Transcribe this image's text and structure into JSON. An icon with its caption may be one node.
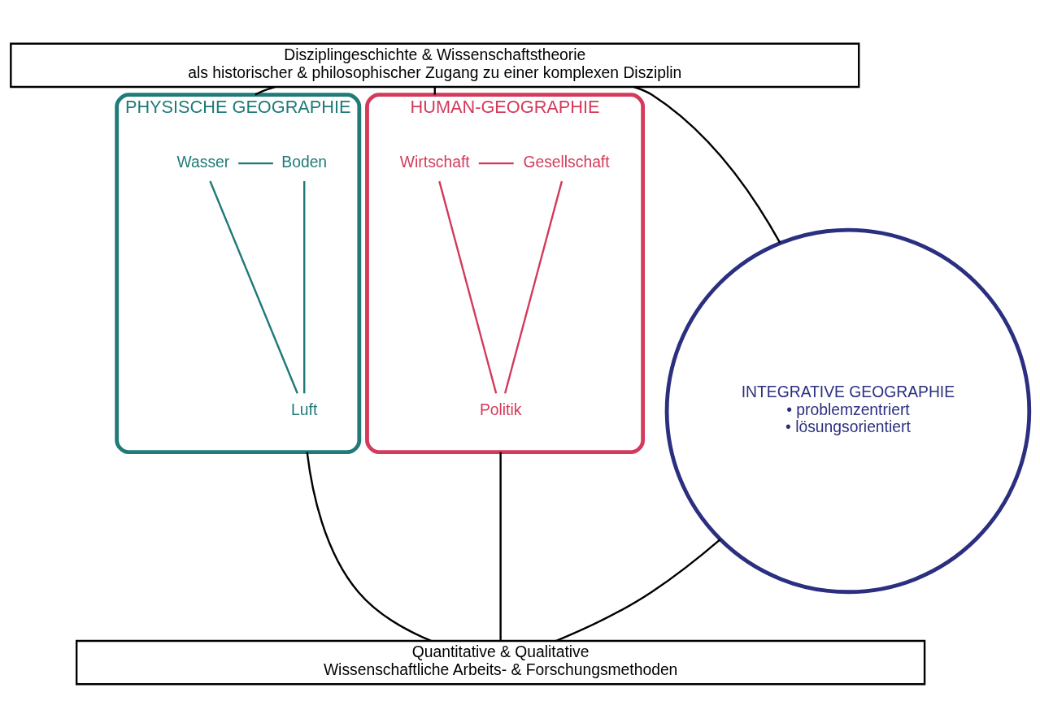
{
  "diagram": {
    "nodes": [
      {
        "text": [
          "Disziplingeschichte & Wissenschaftstheorie",
          "als historischer & philosophischer Zugang zu einer komplexen Disziplin"
        ]
      },
      {
        "text": [
          "PHYSISCHE GEOGRAPHIE"
        ]
      },
      {
        "text": [
          "Wasser"
        ],
        "in": 1
      },
      {
        "text": [
          "Boden"
        ],
        "in": 1
      },
      {
        "text": [
          "Luft"
        ],
        "in": 1
      },
      {
        "text": [
          "INTEGRATIVE GEOGRAPHIE",
          "• problemzentriert",
          "• lösungsorientiert"
        ]
      },
      {
        "text": [
          "HUMAN-GEOGRAPHIE"
        ]
      },
      {
        "text": [
          "Wirtschaft"
        ],
        "in": 6
      },
      {
        "text": [
          "Gesellschaft"
        ],
        "in": 6
      },
      {
        "text": [
          "Politik"
        ],
        "in": 6
      },
      {
        "text": [
          "Quantitative & Qualitative",
          "Wissenschaftliche Arbeits- & Forschungsmethoden"
        ]
      }
    ],
    "edges": [
      {
        "from": 0,
        "to": 1,
        "arrow": "none"
      },
      {
        "from": 0,
        "to": 5,
        "arrow": "none"
      },
      {
        "from": 0,
        "to": 6,
        "arrow": "none"
      },
      {
        "from": 2,
        "to": 3,
        "arrow": "none",
        "color": "#1f7a78"
      },
      {
        "from": 2,
        "to": 4,
        "arrow": "none",
        "color": "#1f7a78"
      },
      {
        "from": 3,
        "to": 4,
        "arrow": "none",
        "color": "#1f7a78"
      },
      {
        "from": 7,
        "to": 8,
        "arrow": "none",
        "color": "#d43a5a"
      },
      {
        "from": 7,
        "to": 9,
        "arrow": "none",
        "color": "#d43a5a"
      },
      {
        "from": 8,
        "to": 9,
        "arrow": "none",
        "color": "#d43a5a"
      },
      {
        "from": 1,
        "to": 10,
        "arrow": "none"
      },
      {
        "from": 5,
        "to": 10,
        "arrow": "none"
      },
      {
        "from": 6,
        "to": 10,
        "arrow": "none"
      }
    ]
  }
}
